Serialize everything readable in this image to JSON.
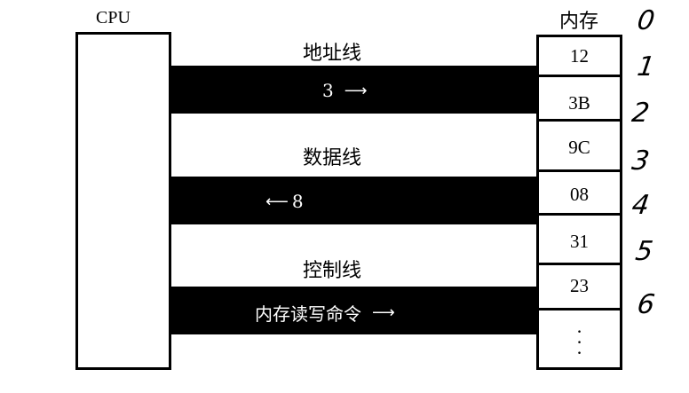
{
  "cpu": {
    "label": "CPU"
  },
  "memory": {
    "title": "内存",
    "cells": [
      "12",
      "3B",
      "9C",
      "08",
      "31",
      "23"
    ],
    "ellipsis": [
      "·",
      "·",
      "·"
    ]
  },
  "buses": {
    "address": {
      "title": "地址线",
      "value": "3",
      "arrow": "⟶"
    },
    "data": {
      "title": "数据线",
      "value": "8",
      "arrow": "⟵"
    },
    "control": {
      "title": "控制线",
      "value": "内存读写命令",
      "arrow": "⟶"
    }
  },
  "annotations": [
    "0",
    "1",
    "2",
    "3",
    "4",
    "5",
    "6"
  ]
}
